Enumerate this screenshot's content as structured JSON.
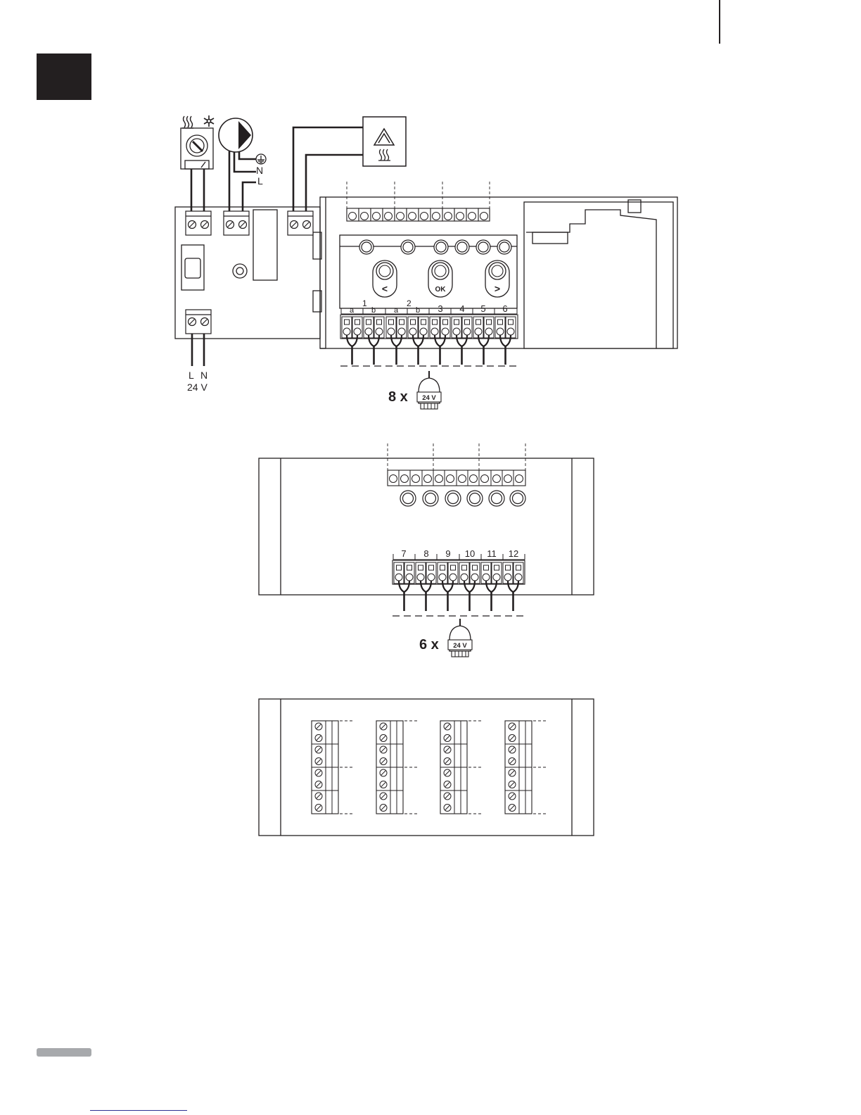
{
  "main_module": {
    "zone_group_1": "1",
    "zone_group_2": "2",
    "sub_labels": [
      "a",
      "b",
      "a",
      "b"
    ],
    "zones": [
      "3",
      "4",
      "5",
      "6"
    ],
    "buttons": {
      "left": "<",
      "ok": "OK",
      "right": ">"
    },
    "power_labels": {
      "l": "L",
      "n": "N",
      "voltage": "24 V"
    },
    "pump_labels": {
      "n": "N",
      "l": "L"
    },
    "actuator_count": "8 x",
    "actuator_label": "24 V"
  },
  "slave_module": {
    "zones": [
      "7",
      "8",
      "9",
      "10",
      "11",
      "12"
    ],
    "actuator_count": "6 x",
    "actuator_label": "24 V"
  },
  "icons": {
    "heating_cooling_switch": [
      "heat-waves-icon",
      "snowflake-icon"
    ],
    "pump": "pump-icon",
    "boiler": "boiler-icon",
    "earth": "earth-icon",
    "actuator": "thermal-actuator-icon"
  }
}
